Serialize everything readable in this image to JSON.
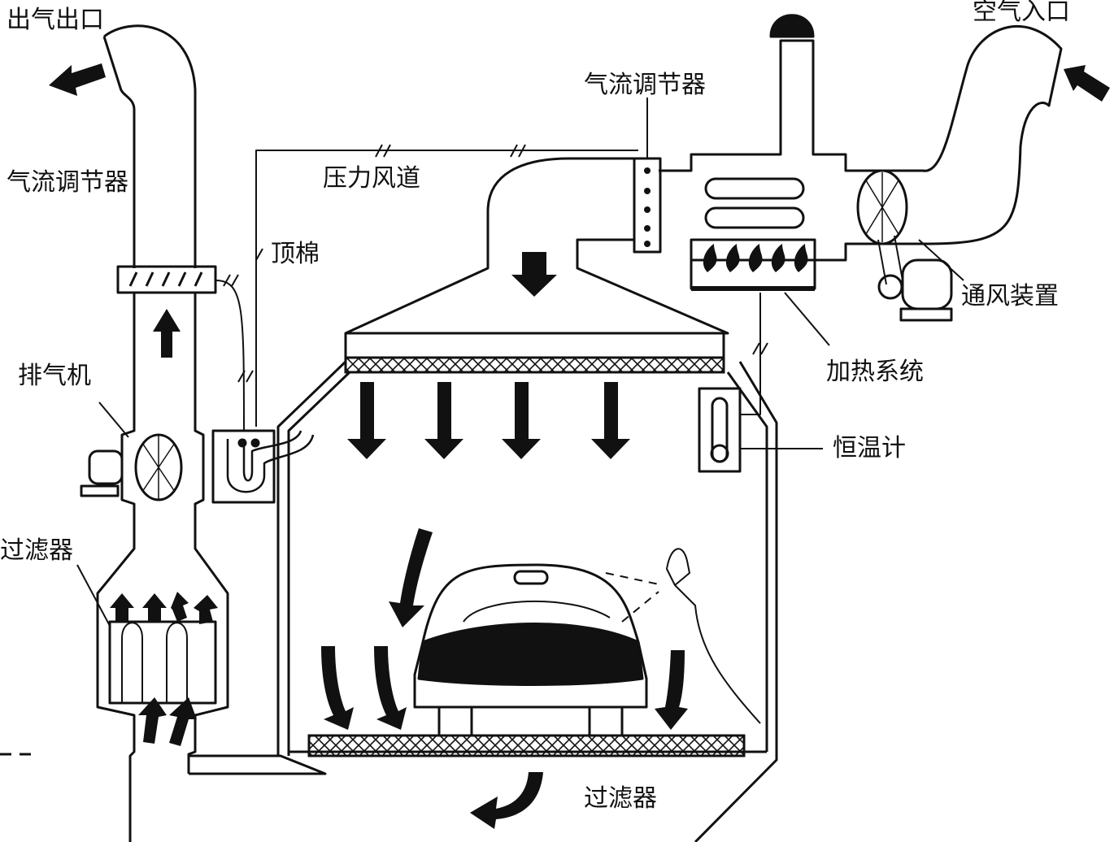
{
  "labels": {
    "outlet": "出气出口",
    "left_damper": "气流调节器",
    "exhaust_fan": "排气机",
    "left_filter": "过滤器",
    "pressure_duct": "压力风道",
    "top_cotton": "顶棉",
    "top_damper": "气流调节器",
    "air_inlet": "空气入口",
    "ventilation": "通风装置",
    "heating": "加热系统",
    "thermostat": "恒温计",
    "bottom_filter": "过滤器"
  },
  "colors": {
    "ink": "#111111",
    "paper": "#ffffff"
  }
}
